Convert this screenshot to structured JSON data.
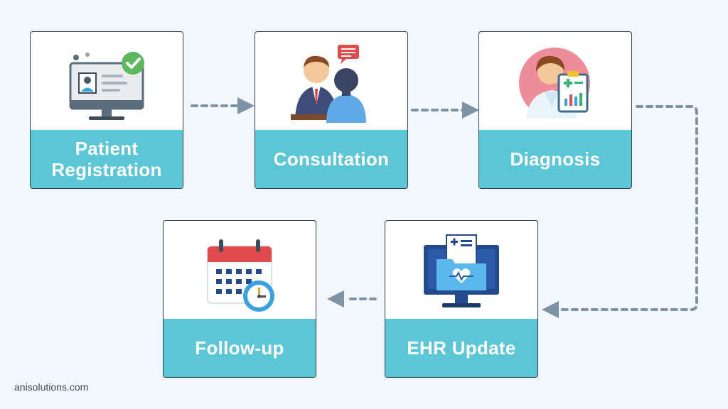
{
  "steps": [
    {
      "id": "patient-registration",
      "label": "Patient\nRegistration",
      "icon": "registration-monitor-icon"
    },
    {
      "id": "consultation",
      "label": "Consultation",
      "icon": "consultation-people-icon"
    },
    {
      "id": "diagnosis",
      "label": "Diagnosis",
      "icon": "doctor-clipboard-icon"
    },
    {
      "id": "ehr-update",
      "label": "EHR Update",
      "icon": "ehr-folder-monitor-icon"
    },
    {
      "id": "follow-up",
      "label": "Follow-up",
      "icon": "calendar-clock-icon"
    }
  ],
  "footer": {
    "brand": "anisolutions.com"
  },
  "colors": {
    "label_bg": "#5bc7d6",
    "connector": "#7f93a6",
    "card_border": "#2c3e50",
    "background": "#f2f7fb"
  }
}
